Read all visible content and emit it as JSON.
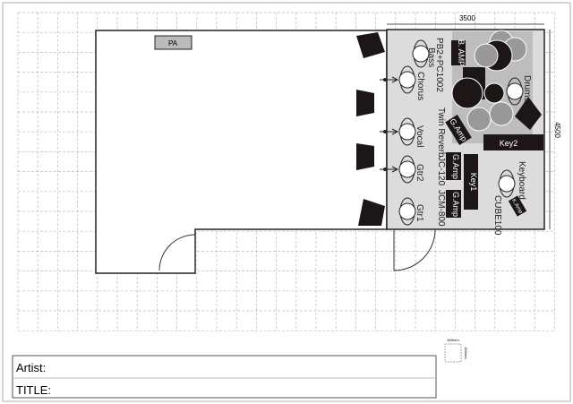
{
  "dimensions": {
    "width": "3500",
    "height": "4500"
  },
  "pa": "PA",
  "mics": {
    "bass": "PB2+PC1002",
    "bass2": "Bass",
    "chorus": "Chorus",
    "vocal": "Vocal",
    "gtr2": "Gtr2",
    "gtr1": "Gtr1",
    "drums": "Drums",
    "keyboard": "Keyboard"
  },
  "amps": {
    "bamp": "B. AMP",
    "gamp1": "G.Amp",
    "gamp2": "G.Amp",
    "gamp3": "G.Amp",
    "kamp": "K.Amp",
    "key1": "Key1",
    "key2": "Key2"
  },
  "amp_models": {
    "twin": "Twin Reverb",
    "jc": "JC-120",
    "jcm": "JCM-800",
    "cube": "CUBE100"
  },
  "scale": {
    "w": "450mm",
    "h": "450mm"
  },
  "form": {
    "artist": "Artist:",
    "title": "TITLE:"
  }
}
